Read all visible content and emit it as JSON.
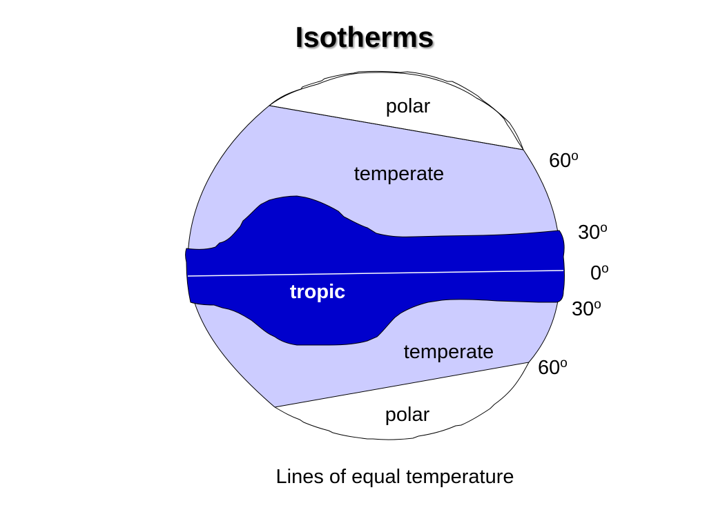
{
  "title": "Isotherms",
  "caption": "Lines of equal temperature",
  "zones": {
    "polar_north": "polar",
    "temperate_north": "temperate",
    "tropic": "tropic",
    "temperate_south": "temperate",
    "polar_south": "polar"
  },
  "latitudes": {
    "north_60": {
      "value": "60",
      "unit": "o"
    },
    "north_30": {
      "value": "30",
      "unit": "o"
    },
    "equator": {
      "value": "0",
      "unit": "o"
    },
    "south_30": {
      "value": "30",
      "unit": "o"
    },
    "south_60": {
      "value": "60",
      "unit": "o"
    }
  },
  "colors": {
    "temperate": "#ccccff",
    "tropic": "#0000cc",
    "polar": "#ffffff",
    "outline": "#000000",
    "tropic_text": "#ffffff"
  }
}
